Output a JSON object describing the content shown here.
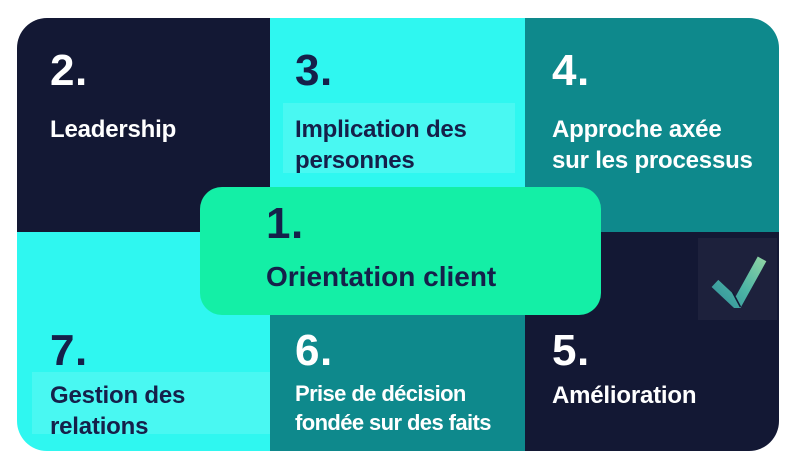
{
  "palette": {
    "page-bg": "#ffffff",
    "navy": "#131834",
    "cyan": "#2ff7f0",
    "teal": "#0e898c",
    "green": "#14efa6",
    "ink": "#15204a",
    "check-dark": "#2f8c98",
    "check-mid": "#4db5a5",
    "check-light": "#96d7a3"
  },
  "center_card": {
    "number": "1.",
    "label": "Orientation client"
  },
  "tiles": {
    "leadership": {
      "number": "2.",
      "lines": [
        "Leadership"
      ]
    },
    "people": {
      "number": "3.",
      "lines": [
        "Implication des",
        "personnes"
      ]
    },
    "process": {
      "number": "4.",
      "lines": [
        "Approche axée",
        "sur les processus"
      ]
    },
    "improvement": {
      "number": "5.",
      "lines": [
        "Amélioration"
      ]
    },
    "decision": {
      "number": "6.",
      "lines": [
        "Prise de décision",
        "fondée sur des faits"
      ]
    },
    "relations": {
      "number": "7.",
      "lines": [
        "Gestion des",
        "relations"
      ]
    }
  },
  "watermark_icon": "checkmark-icon"
}
